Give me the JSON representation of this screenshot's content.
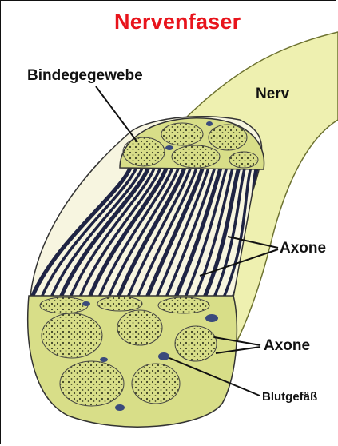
{
  "title": "Nervenfaser",
  "labels": {
    "bindegewebe": "Bindegegewebe",
    "nerv": "Nerv",
    "axone_top": "Axone",
    "axone_bottom": "Axone",
    "blutgefaesse": "Blutgefäß"
  },
  "colors": {
    "title": "#e8141c",
    "nerve_fill": "#eef0b0",
    "sheath_fill": "#d8de88",
    "fascicle_fill": "#f5f3d6",
    "axon_stripe": "#1f2444",
    "vessel": "#3a4a7c"
  }
}
